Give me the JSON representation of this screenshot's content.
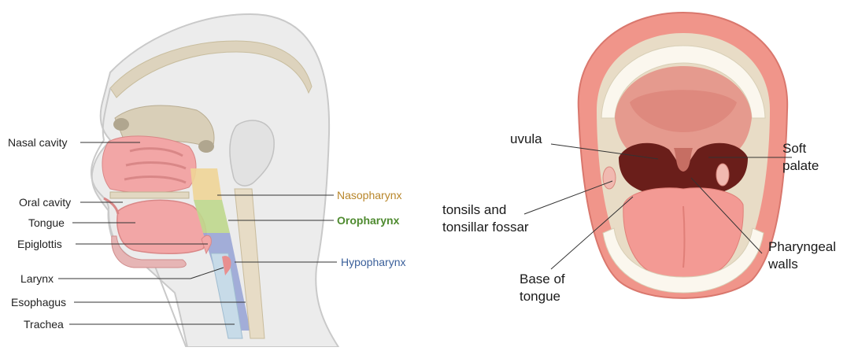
{
  "head_labels": {
    "nasal_cavity": "Nasal cavity",
    "oral_cavity": "Oral cavity",
    "tongue": "Tongue",
    "epiglottis": "Epiglottis",
    "larynx": "Larynx",
    "esophagus": "Esophagus",
    "trachea": "Trachea"
  },
  "pharynx_regions": {
    "nasopharynx": {
      "label": "Nasopharynx",
      "color": "#b8862a"
    },
    "oropharynx": {
      "label": "Oropharynx",
      "color": "#4e8a2f"
    },
    "hypopharynx": {
      "label": "Hypopharynx",
      "color": "#3a5f9a"
    }
  },
  "mouth_labels": {
    "uvula": "uvula",
    "soft_palate_line1": "Soft",
    "soft_palate_line2": "palate",
    "tonsils_line1": "tonsils and",
    "tonsils_line2": "tonsillar fossar",
    "pharyngeal_line1": "Pharyngeal",
    "pharyngeal_line2": "walls",
    "base_line1": "Base of",
    "base_line2": "tongue"
  }
}
